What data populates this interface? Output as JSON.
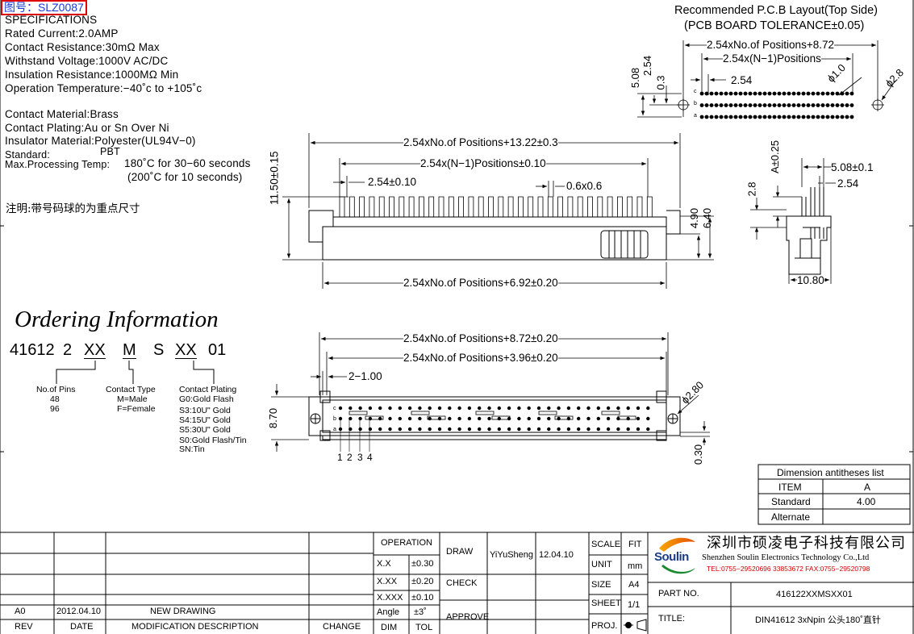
{
  "header": {
    "part_label": "图号：SLZ0087"
  },
  "specs": {
    "heading": "SPECIFICATIONS",
    "lines": [
      "Rated Current:2.0AMP",
      "Contact Resistance:30mΩ Max",
      "Withstand Voltage:1000V AC/DC",
      "Insulation Resistance:1000MΩ Min",
      "Operation Temperature:−40˚c to +105˚c"
    ],
    "material_lines": [
      "Contact Material:Brass",
      "Contact Plating:Au or Sn Over Ni",
      "Insulator Material:Polyester(UL94V−0)"
    ],
    "standard_label": "Standard:",
    "standard_value": "PBT",
    "process_label": "Max.Processing Temp:",
    "process_value1": "180˚C for 30−60 seconds",
    "process_value2": "(200˚C for 10 seconds)",
    "note_cn": "注明:带号码球的为重点尺寸"
  },
  "pcb_layout": {
    "title": "Recommended P.C.B Layout(Top Side)",
    "subtitle": "(PCB BOARD TOLERANCE±0.05)",
    "dim_total": "2.54xNo.of Positions+8.72",
    "dim_n1": "2.54x(N−1)Positions",
    "dim_pitch": "2.54",
    "dim_hole": "ϕ1.0",
    "dim_mount": "ϕ2.8",
    "dim_v1": "5.08",
    "dim_v2": "2.54",
    "dim_v3": "0.3",
    "row_labels": [
      "c",
      "b",
      "a"
    ]
  },
  "front_view": {
    "dim_total": "2.54xNo.of Positions+13.22±0.3",
    "dim_n1": "2.54x(N−1)Positions±0.10",
    "dim_pitch": "2.54±0.10",
    "dim_pin": "0.6x0.6",
    "dim_height": "11.50±0.15",
    "dim_h1": "4.90",
    "dim_h2": "6.40",
    "dim_bottom": "2.54xNo.of Positions+6.92±0.20"
  },
  "side_view": {
    "dim_a": "A±0.25",
    "dim_508": "5.08±0.1",
    "dim_254": "2.54",
    "dim_28": "2.8",
    "dim_1080": "10.80"
  },
  "ordering": {
    "title": "Ordering Information",
    "code": {
      "p1": "41612",
      "p2": "2",
      "p3": "XX",
      "p4": "M",
      "p5": "S",
      "p6": "XX",
      "p7": "01"
    },
    "pins_title": "No.of Pins",
    "pins_options": [
      "48",
      "96"
    ],
    "type_title": "Contact Type",
    "type_options": [
      "M=Male",
      "F=Female"
    ],
    "plating_title": "Contact Plating",
    "plating_options": [
      "G0:Gold Flash",
      "S3:10U\" Gold",
      "S4:15U\" Gold",
      "S5:30U\" Gold",
      "S0:Gold Flash/Tin",
      "SN:Tin"
    ]
  },
  "top_view": {
    "dim_total": "2.54xNo.of Positions+8.72±0.20",
    "dim_inner": "2.54xNo.of Positions+3.96±0.20",
    "dim_small": "2−1.00",
    "dim_mount": "ϕ2.80",
    "dim_height": "8.70",
    "dim_030": "0.30",
    "pin_numbers": [
      "1",
      "2",
      "3",
      "4"
    ],
    "row_labels": [
      "c",
      "b",
      "a"
    ]
  },
  "antitheses": {
    "title": "Dimension antitheses list",
    "col_item": "ITEM",
    "col_a": "A",
    "row1_label": "Standard",
    "row1_value": "4.00",
    "row2_label": "Alternate",
    "row2_value": ""
  },
  "title_block": {
    "rev_label": "REV",
    "date_label": "DATE",
    "desc_label": "MODIFICATION DESCRIPTION",
    "change_label": "CHANGE",
    "rev_value": "A0",
    "date_value": "2012.04.10",
    "desc_value": "NEW DRAWING",
    "operation": "OPERATION",
    "tol_rows": [
      [
        "X.X",
        "±0.30"
      ],
      [
        "X.XX",
        "±0.20"
      ],
      [
        "X.XXX",
        "±0.10"
      ],
      [
        "Angle",
        "±3˚"
      ]
    ],
    "dim_label": "DIM",
    "tol_label": "TOL",
    "draw": "DRAW",
    "drawer": "YiYuSheng",
    "draw_date": "12.04.10",
    "check": "CHECK",
    "approve": "APPROVE",
    "scale_label": "SCALE",
    "scale_value": "FIT",
    "unit_label": "UNIT",
    "unit_value": "mm",
    "size_label": "SIZE",
    "size_value": "A4",
    "sheet_label": "SHEET",
    "sheet_value": "1/1",
    "proj_label": "PROJ.",
    "company_cn": "深圳市硕凌电子科技有限公司",
    "company_en": "Shenzhen Soulin Electronics Technology Co.,Ltd",
    "company_tel": "TEL:0755−29520696 33853672    FAX:0755−29520798",
    "logo_text": "Soulin",
    "part_no_label": "PART NO.",
    "part_no_value": "416122XXMSXX01",
    "title_label": "TITLE:",
    "title_value": "DIN41612 3xNpin 公头180˚直针"
  },
  "colors": {
    "line": "#000000",
    "link": "#1a3cd6",
    "box": "#e00000",
    "company_red": "#d40000"
  }
}
